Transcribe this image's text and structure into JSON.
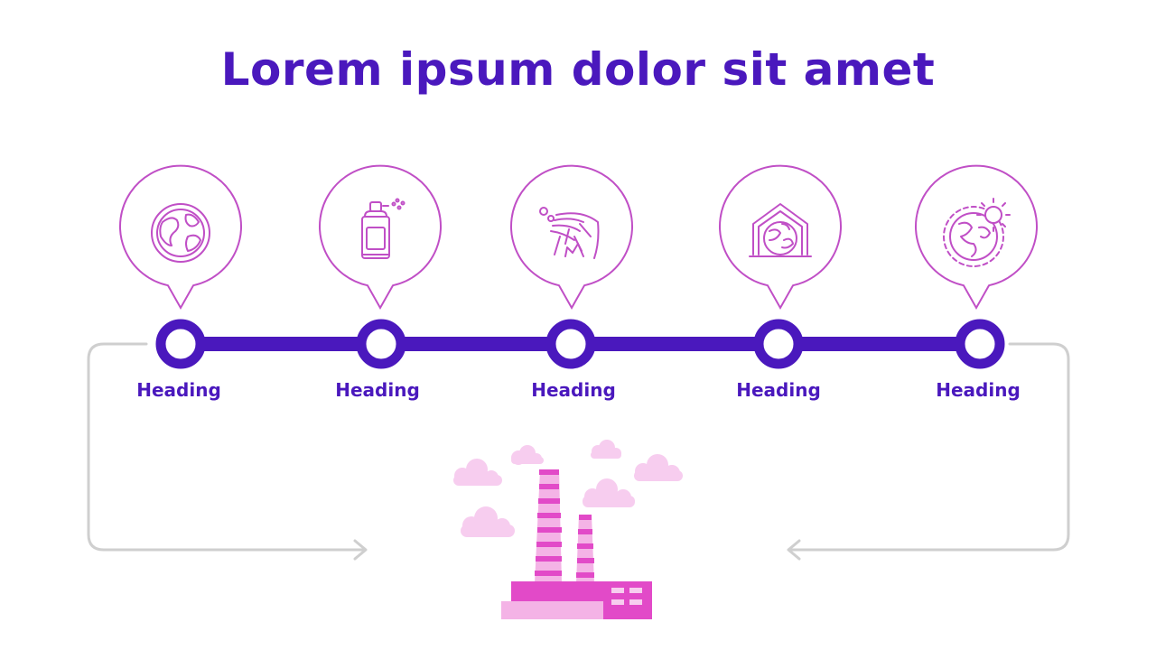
{
  "title": "Lorem ipsum dolor sit amet",
  "steps": [
    {
      "heading": "Heading",
      "icon": "earth-icon"
    },
    {
      "heading": "Heading",
      "icon": "spray-can-icon"
    },
    {
      "heading": "Heading",
      "icon": "meteor-impact-icon"
    },
    {
      "heading": "Heading",
      "icon": "greenhouse-earth-icon"
    },
    {
      "heading": "Heading",
      "icon": "global-warming-icon"
    }
  ],
  "colors": {
    "primary": "#4a18bd",
    "accent": "#c04fc6",
    "factory": "#e24ac8",
    "factory_light": "#f4b3e6",
    "cloud": "#f7cdef",
    "arrow": "#cfcfcf"
  }
}
